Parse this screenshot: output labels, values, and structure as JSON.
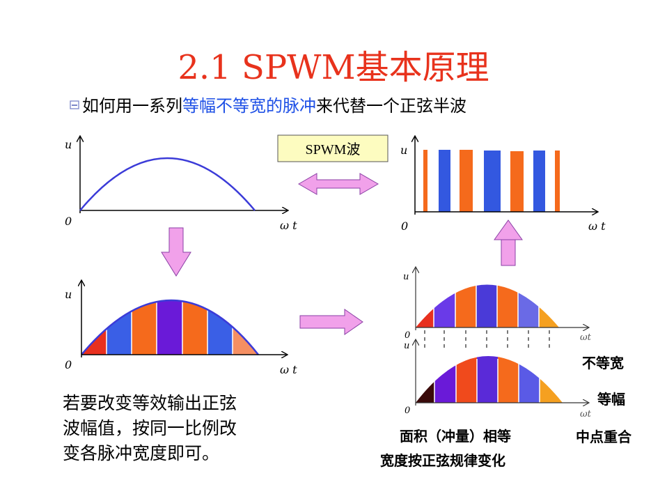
{
  "title": "2.1 SPWM基本原理",
  "subtitle": {
    "before": "如何用一系列",
    "highlight": "等幅不等宽的脉冲",
    "after": "来代替一个正弦半波"
  },
  "label_box": "SPWM波",
  "axis": {
    "u": "u",
    "zero": "0",
    "omega_t": "ω t",
    "omega_t_compact": "ωt"
  },
  "body_text": [
    "若要改变等效输出正弦",
    "波幅值，按同一比例改",
    "变各脉冲宽度即可。"
  ],
  "side_labels": {
    "unequal_width": "不等宽",
    "equal_amplitude": "等幅",
    "midpoint_coincide": "中点重合"
  },
  "caption": {
    "line1": "面积（冲量）相等",
    "line2": "宽度按正弦规律变化"
  },
  "colors": {
    "title": "#e8321c",
    "highlight": "#1e50e6",
    "sine_line": "#3b3bd8",
    "pulse_orange": "#f56a1c",
    "pulse_blue": "#3358e0",
    "arrow_fill": "#f1a1ea",
    "arrow_stroke": "#8a3fa5",
    "box_fill": "#fdfcc0"
  },
  "icons": {
    "bullet": "bullet-icon"
  }
}
